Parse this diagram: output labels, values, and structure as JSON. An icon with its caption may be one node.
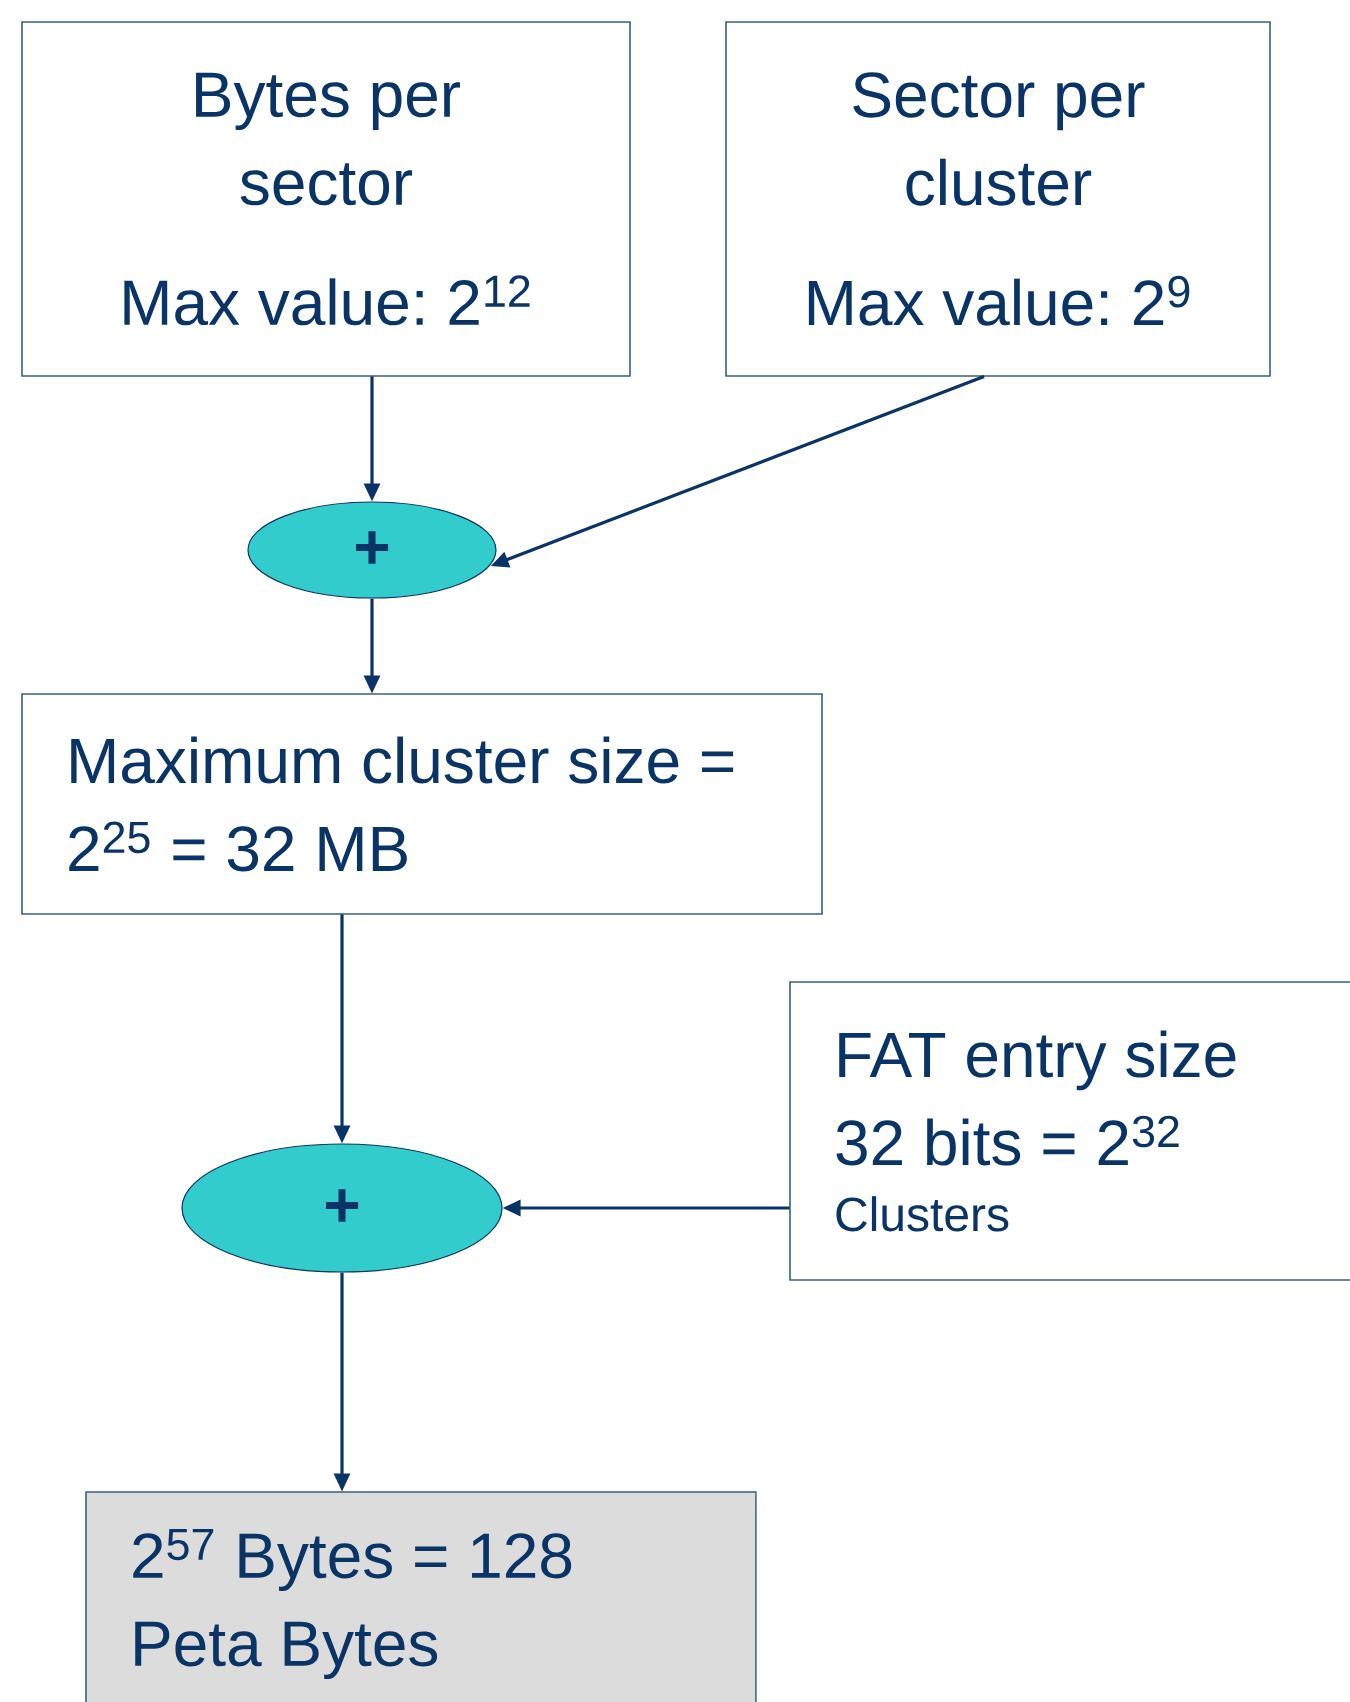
{
  "diagram": {
    "nodes": [
      {
        "text": [
          "Bytes per sector",
          "Max value: 2$^{12}$"
        ]
      },
      {
        "text": [
          "Sector per cluster",
          "Max value: 2$^{9}$"
        ]
      },
      {
        "text": [
          "+"
        ]
      },
      {
        "text": [
          "Maximum cluster size = 2$^{25}$ = 32 MB"
        ]
      },
      {
        "text": [
          "+"
        ]
      },
      {
        "text": [
          "FAT entry size 32 bits = 2$^{32}$",
          "Clusters"
        ]
      },
      {
        "text": [
          "2$^{57}$ Bytes = 128 Peta Bytes"
        ]
      }
    ],
    "edges": [
      {
        "from": 0,
        "to": 2,
        "arrow": "to"
      },
      {
        "from": 1,
        "to": 2,
        "arrow": "to"
      },
      {
        "from": 2,
        "to": 3,
        "arrow": "to"
      },
      {
        "from": 3,
        "to": 4,
        "arrow": "to"
      },
      {
        "from": 5,
        "to": 4,
        "arrow": "to"
      },
      {
        "from": 4,
        "to": 6,
        "arrow": "to"
      }
    ]
  }
}
